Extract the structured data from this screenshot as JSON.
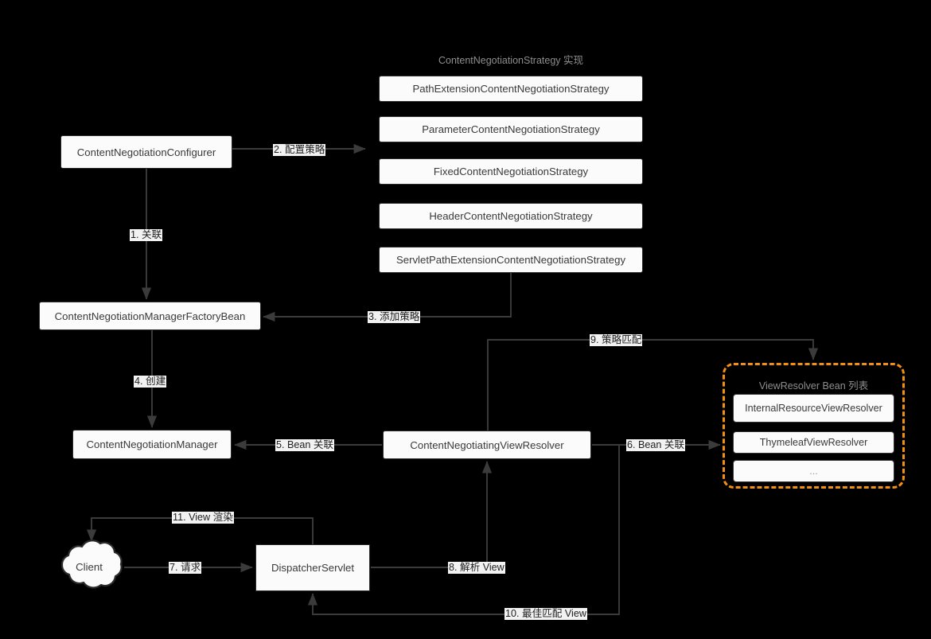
{
  "diagram": {
    "title": "Spring MVC ContentNegotiation / ViewResolver flow",
    "colors": {
      "accent": "#f29111",
      "stroke": "#3b3b3b",
      "node_fill": "#fbfbfb",
      "label_fill": "#f2f2f2",
      "canvas": "#000000",
      "muted_text": "#8e8e8e"
    }
  },
  "strategy_group": {
    "title": "ContentNegotiationStrategy 实现",
    "items": [
      {
        "label": "PathExtensionContentNegotiationStrategy"
      },
      {
        "label": "ParameterContentNegotiationStrategy"
      },
      {
        "label": "FixedContentNegotiationStrategy"
      },
      {
        "label": "HeaderContentNegotiationStrategy"
      },
      {
        "label": "ServletPathExtensionContentNegotiationStrategy"
      }
    ]
  },
  "viewresolver_group": {
    "title": "ViewResolver Bean 列表",
    "items": [
      {
        "label": "InternalResourceViewResolver"
      },
      {
        "label": "ThymeleafViewResolver"
      },
      {
        "label": "..."
      }
    ]
  },
  "nodes": {
    "configurer": "ContentNegotiationConfigurer",
    "factory_bean": "ContentNegotiationManagerFactoryBean",
    "manager": "ContentNegotiationManager",
    "cnvr": "ContentNegotiatingViewResolver",
    "dispatcher": "DispatcherServlet",
    "client": "Client"
  },
  "edges": [
    {
      "id": "e1",
      "label": "1. 关联"
    },
    {
      "id": "e2",
      "label": "2. 配置策略"
    },
    {
      "id": "e3",
      "label": "3. 添加策略"
    },
    {
      "id": "e4",
      "label": "4. 创建"
    },
    {
      "id": "e5",
      "label": "5. Bean 关联"
    },
    {
      "id": "e6",
      "label": "6. Bean 关联"
    },
    {
      "id": "e7",
      "label": "7. 请求"
    },
    {
      "id": "e8",
      "label": "8. 解析 View"
    },
    {
      "id": "e9",
      "label": "9. 策略匹配"
    },
    {
      "id": "e10",
      "label": "10. 最佳匹配 View"
    },
    {
      "id": "e11",
      "label": "11. View 渲染"
    }
  ]
}
